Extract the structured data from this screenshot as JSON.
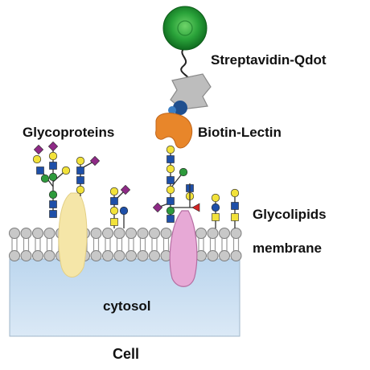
{
  "labels": {
    "qdot": "Streptavidin-Qdot",
    "biotin_lectin": "Biotin-Lectin",
    "glycoproteins": "Glycoproteins",
    "glycolipids": "Glycolipids",
    "membrane": "membrane",
    "cytosol": "cytosol",
    "cell": "Cell"
  },
  "colors": {
    "qdot_green": "#1a8f2a",
    "streptavidin_gray": "#b9b9b9",
    "biotin_blue": "#1f4f8f",
    "lectin_orange": "#e8862a",
    "lipid_head": "#c8c8c8",
    "cytosol": "#c9dff0",
    "glycoprotein_yellow": "#f5e6a8",
    "glycoprotein_pink": "#e7a9d6",
    "sugar_blue": "#1e4fa8",
    "sugar_green": "#2e9a3c",
    "sugar_yellow": "#f2e23a",
    "sugar_purple": "#8e2a86",
    "sugar_red": "#d42424"
  },
  "icons": [
    "quantum-dot-icon",
    "streptavidin-icon",
    "biotin-icon",
    "lectin-icon",
    "glycan-chain-icon",
    "lipid-head-icon"
  ]
}
